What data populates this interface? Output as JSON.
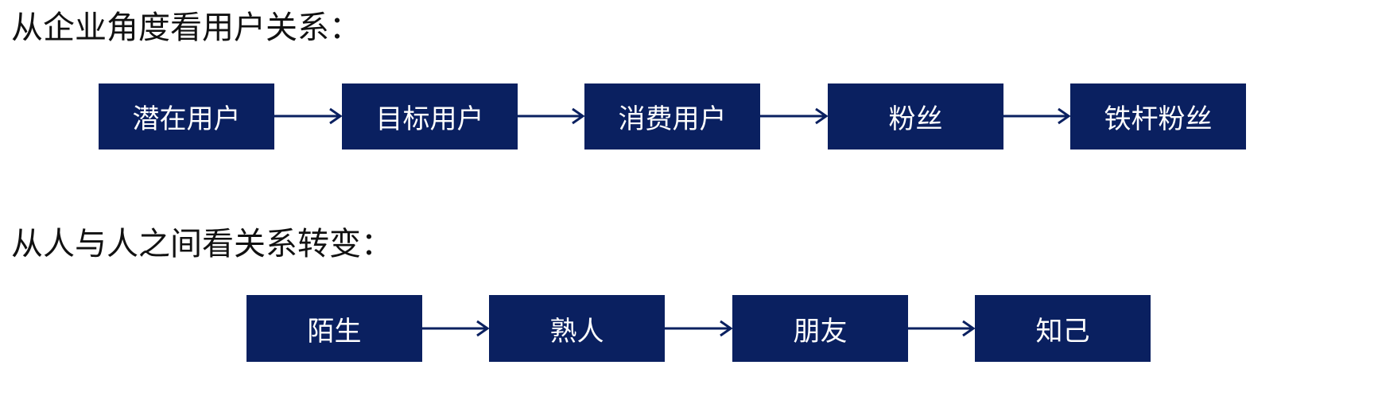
{
  "section_1": {
    "title": "从企业角度看用户关系：",
    "steps": [
      "潜在用户",
      "目标用户",
      "消费用户",
      "粉丝",
      "铁杆粉丝"
    ]
  },
  "section_2": {
    "title": "从人与人之间看关系转变：",
    "steps": [
      "陌生",
      "熟人",
      "朋友",
      "知己"
    ]
  },
  "colors": {
    "box_fill": "#0a2060",
    "box_text": "#ffffff",
    "arrow": "#0a2060",
    "heading_text": "#111111"
  }
}
